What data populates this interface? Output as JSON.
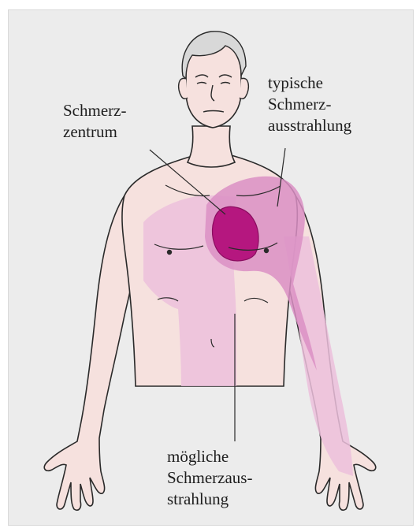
{
  "labels": {
    "pain_center": "Schmerz-\nzentrum",
    "typical_radiation": "typische\nSchmerz-\nausstrahlung",
    "possible_radiation": "mögliche\nSchmerzaus-\nstrahlung"
  },
  "colors": {
    "background": "#ececec",
    "skin": "#f6e1de",
    "possible_radiation_zone": "#ecc0dc",
    "typical_radiation_zone": "#db8fc4",
    "pain_center": "#b5177f",
    "outline": "#2a2a2a"
  }
}
